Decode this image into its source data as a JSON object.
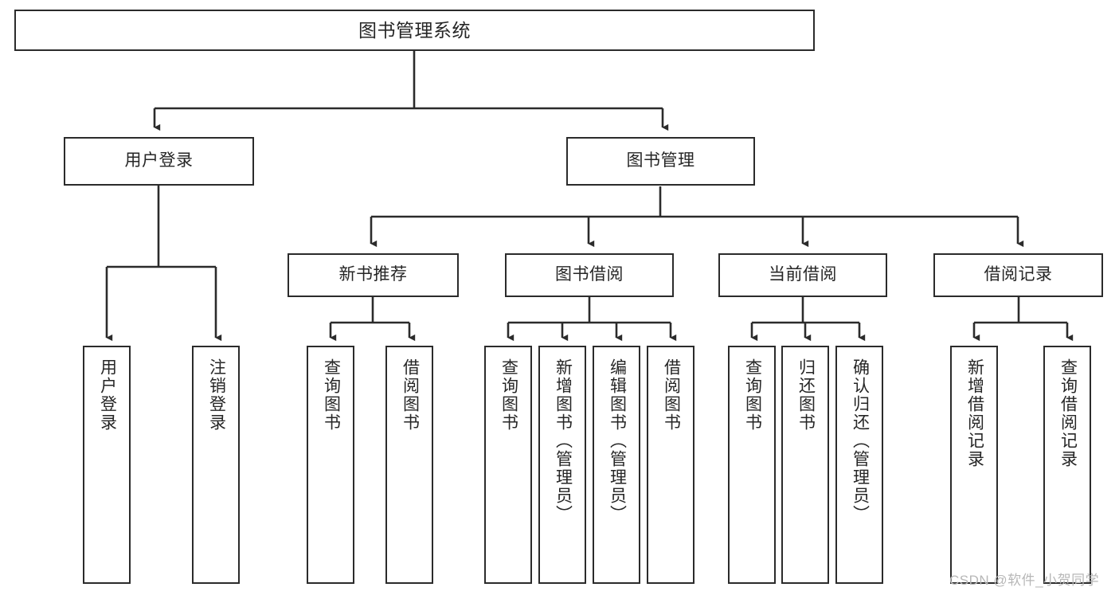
{
  "diagram": {
    "title": "图书管理系统",
    "type": "tree-hierarchy-chart",
    "watermark": "CSDN @软件_小贺同学",
    "colors": {
      "stroke": "#2b2b2b",
      "fill": "#ffffff",
      "text": "#262626",
      "watermark": "#b7b7b7"
    }
  },
  "nodes": {
    "root": {
      "label": "图书管理系统"
    },
    "level1": [
      {
        "label": "用户登录"
      },
      {
        "label": "图书管理"
      }
    ],
    "level2": [
      {
        "label": "新书推荐"
      },
      {
        "label": "图书借阅"
      },
      {
        "label": "当前借阅"
      },
      {
        "label": "借阅记录"
      }
    ],
    "leaves": {
      "user_login": [
        {
          "label": "用户登录"
        },
        {
          "label": "注销登录"
        }
      ],
      "new_book": [
        {
          "label": "查询图书"
        },
        {
          "label": "借阅图书"
        }
      ],
      "book_borrow": [
        {
          "label": "查询图书"
        },
        {
          "label": "新增图书（管理员）"
        },
        {
          "label": "编辑图书（管理员）"
        },
        {
          "label": "借阅图书"
        }
      ],
      "current_borrow": [
        {
          "label": "查询图书"
        },
        {
          "label": "归还图书"
        },
        {
          "label": "确认归还（管理员）"
        }
      ],
      "borrow_record": [
        {
          "label": "新增借阅记录"
        },
        {
          "label": "查询借阅记录"
        }
      ]
    }
  }
}
